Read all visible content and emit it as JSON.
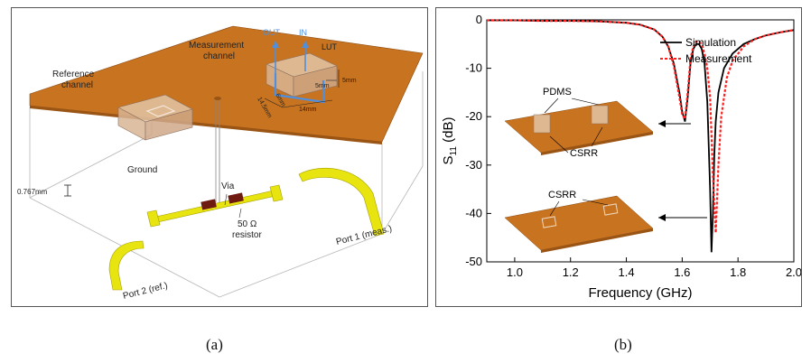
{
  "figure_a": {
    "labels": {
      "reference_channel_line1": "Reference",
      "reference_channel_line2": "channel",
      "measurement_channel_line1": "Measurement",
      "measurement_channel_line2": "channel",
      "out": "OUT",
      "in": "IN",
      "lut": "LUT",
      "dim_5mm_a": "5mm",
      "dim_5mm_b": "5mm",
      "dim_14_5mm": "14.5mm",
      "dim_6mm": "6mm",
      "dim_14mm": "14mm",
      "ground": "Ground",
      "thickness": "0.767mm",
      "via": "Via",
      "resistor_value": "50 Ω",
      "resistor_word": "resistor",
      "port1": "Port 1 (meas.)",
      "port2": "Port 2 (ref.)"
    },
    "colors": {
      "board": "#c8731f",
      "trace": "#e8e410",
      "resistor": "#6e1a10",
      "channel": "#4d8fe0"
    }
  },
  "chart_data": {
    "type": "line",
    "xlabel": "Frequency (GHz)",
    "ylabel_main": "S",
    "ylabel_sub": "11",
    "ylabel_unit": " (dB)",
    "xlim": [
      0.9,
      2.0
    ],
    "ylim": [
      -50,
      0
    ],
    "xticks": [
      "1.0",
      "1.2",
      "1.4",
      "1.6",
      "1.8",
      "2.0"
    ],
    "yticks": [
      "0",
      "-10",
      "-20",
      "-30",
      "-40",
      "-50"
    ],
    "legend_position": "top-right",
    "series": [
      {
        "name": "Simulation",
        "color": "#000000",
        "style": "solid",
        "x": [
          0.9,
          1.0,
          1.1,
          1.2,
          1.3,
          1.4,
          1.45,
          1.5,
          1.53,
          1.55,
          1.57,
          1.59,
          1.6,
          1.61,
          1.62,
          1.63,
          1.64,
          1.65,
          1.66,
          1.67,
          1.68,
          1.69,
          1.7,
          1.705,
          1.71,
          1.715,
          1.72,
          1.73,
          1.75,
          1.78,
          1.82,
          1.86,
          1.9,
          1.95,
          2.0
        ],
        "y": [
          -0.1,
          -0.1,
          -0.2,
          -0.2,
          -0.3,
          -0.6,
          -1.0,
          -2.0,
          -3.5,
          -5.5,
          -9.0,
          -15.0,
          -19.0,
          -21.0,
          -16.0,
          -9.0,
          -6.0,
          -5.0,
          -5.0,
          -6.0,
          -9.0,
          -17.0,
          -35.0,
          -48.0,
          -40.0,
          -28.0,
          -21.0,
          -15.0,
          -10.0,
          -7.0,
          -5.0,
          -4.0,
          -3.2,
          -2.6,
          -2.1
        ]
      },
      {
        "name": "Measurement",
        "color": "#ff2020",
        "style": "dotted",
        "x": [
          0.9,
          1.0,
          1.1,
          1.2,
          1.3,
          1.4,
          1.45,
          1.5,
          1.53,
          1.55,
          1.57,
          1.59,
          1.6,
          1.61,
          1.62,
          1.63,
          1.64,
          1.65,
          1.66,
          1.67,
          1.68,
          1.69,
          1.7,
          1.71,
          1.72,
          1.73,
          1.74,
          1.76,
          1.78,
          1.82,
          1.86,
          1.9,
          1.95,
          2.0
        ],
        "y": [
          -0.1,
          -0.1,
          -0.2,
          -0.2,
          -0.3,
          -0.6,
          -1.0,
          -2.0,
          -3.5,
          -5.5,
          -9.5,
          -16.0,
          -19.5,
          -20.5,
          -15.0,
          -8.0,
          -5.5,
          -4.5,
          -4.5,
          -5.0,
          -7.0,
          -10.0,
          -16.0,
          -32.0,
          -44.0,
          -30.0,
          -20.0,
          -12.0,
          -8.5,
          -5.5,
          -4.0,
          -3.2,
          -2.6,
          -2.1
        ]
      }
    ],
    "insets": {
      "pdms": "PDMS",
      "csrr_top": "CSRR",
      "csrr_bottom": "CSRR"
    }
  },
  "captions": {
    "a": "(a)",
    "b": "(b)"
  }
}
